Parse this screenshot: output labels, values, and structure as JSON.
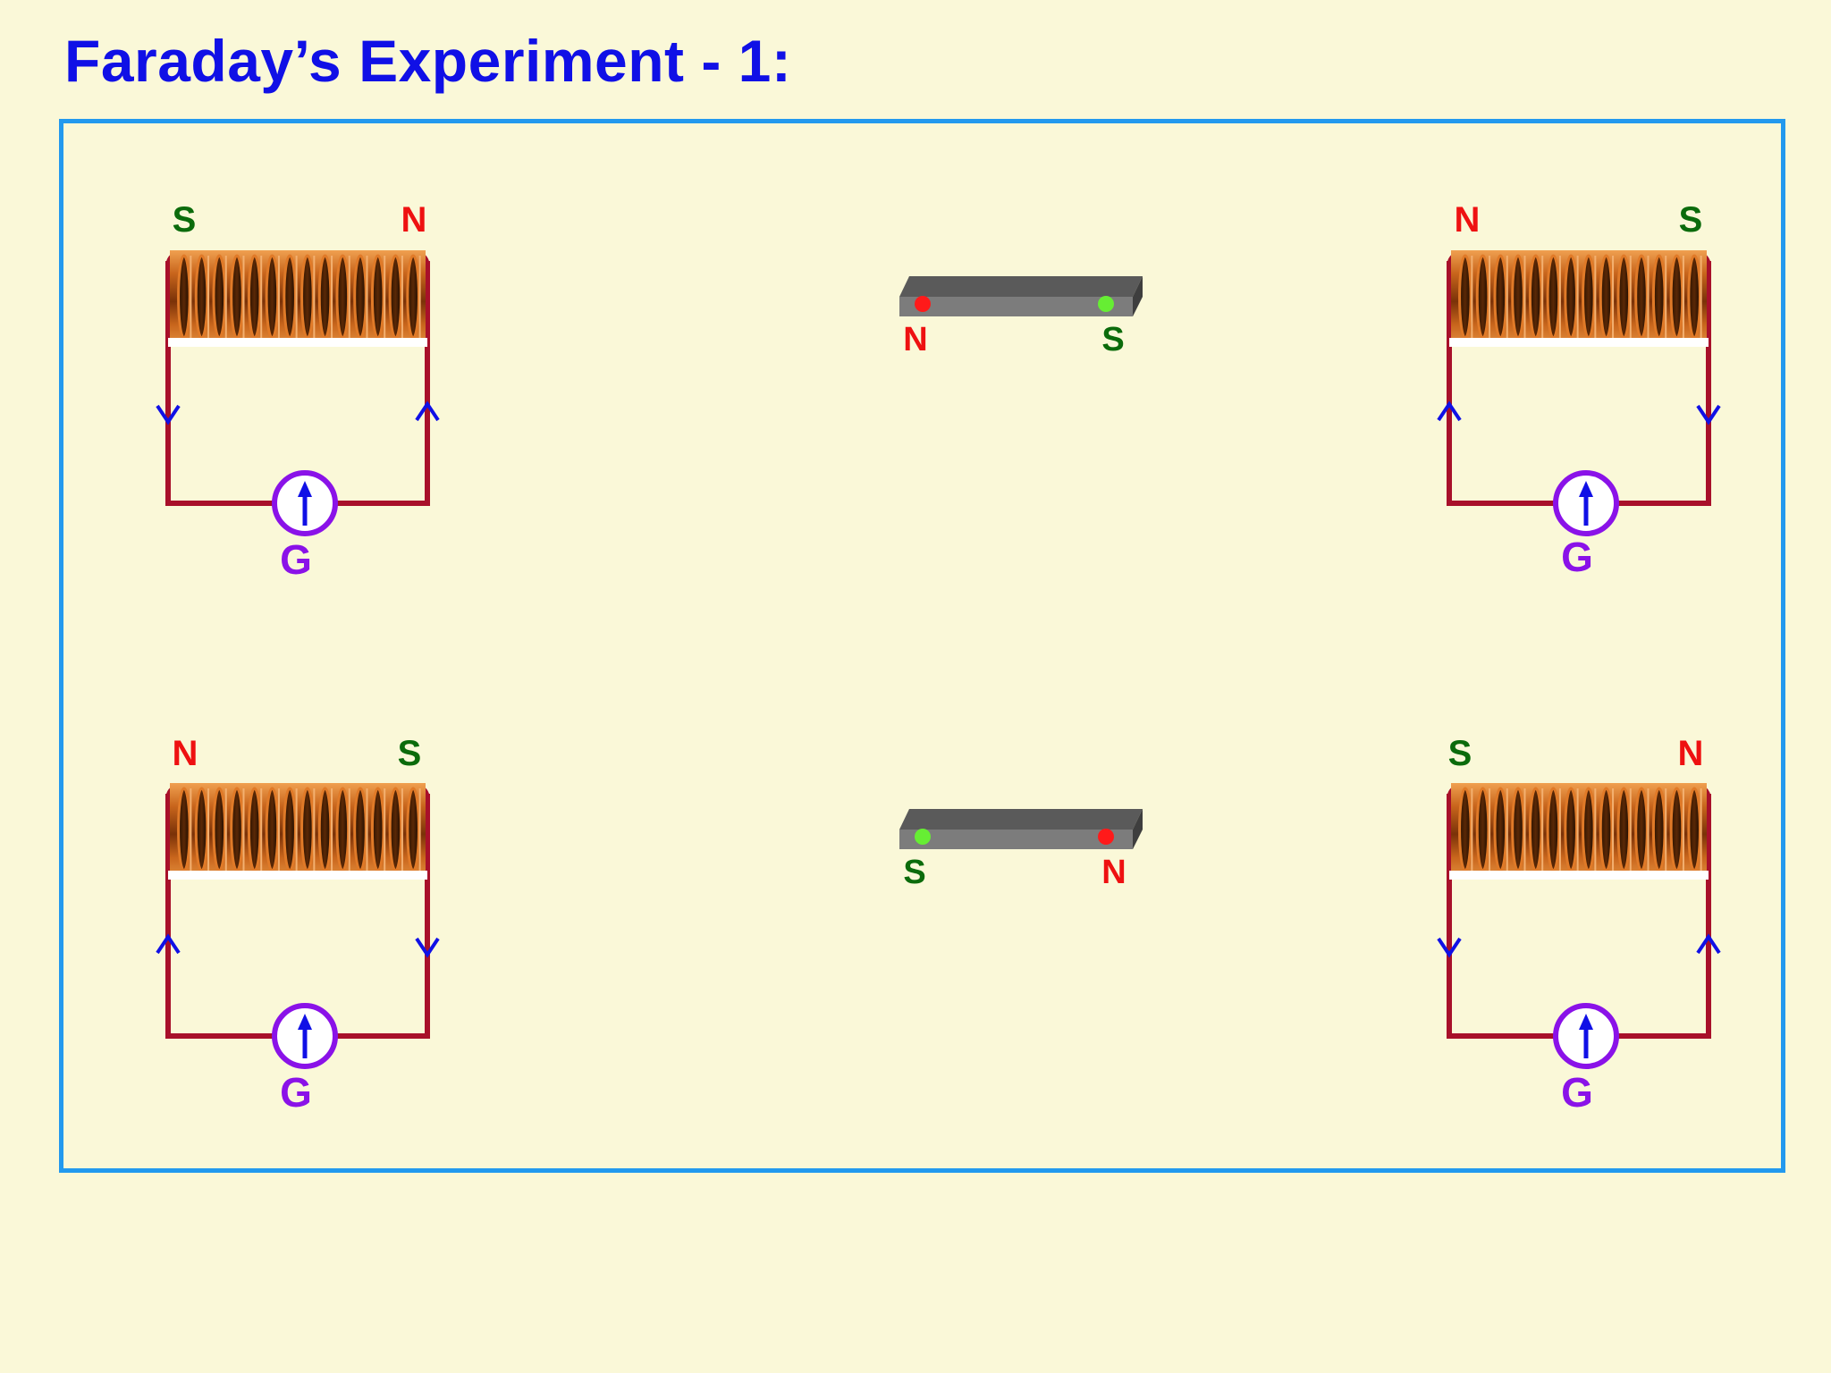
{
  "title": "Faraday’s Experiment - 1:",
  "colors": {
    "north": "#ee1111",
    "south": "#0b6b0b",
    "galvanometer": "#8a12e8",
    "arrow": "#1010e6",
    "wire": "#a8102a",
    "frame": "#2299ee",
    "background": "#faf8d8"
  },
  "circuits": [
    {
      "id": "top-left",
      "left_pole": "S",
      "right_pole": "N",
      "galvanometer_label": "G",
      "current_left": "down",
      "current_right": "up",
      "needle_icon": "up-arrow-icon"
    },
    {
      "id": "top-right",
      "left_pole": "N",
      "right_pole": "S",
      "galvanometer_label": "G",
      "current_left": "up",
      "current_right": "down",
      "needle_icon": "up-arrow-icon"
    },
    {
      "id": "bottom-left",
      "left_pole": "N",
      "right_pole": "S",
      "galvanometer_label": "G",
      "current_left": "up",
      "current_right": "down",
      "needle_icon": "up-arrow-icon"
    },
    {
      "id": "bottom-right",
      "left_pole": "S",
      "right_pole": "N",
      "galvanometer_label": "G",
      "current_left": "down",
      "current_right": "up",
      "needle_icon": "up-arrow-icon"
    }
  ],
  "magnets": [
    {
      "id": "top",
      "left_pole": "N",
      "right_pole": "S"
    },
    {
      "id": "bottom",
      "left_pole": "S",
      "right_pole": "N"
    }
  ]
}
